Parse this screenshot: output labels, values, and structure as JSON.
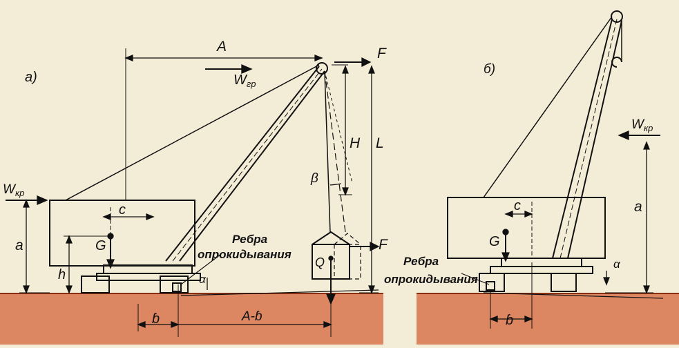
{
  "colors": {
    "paper": "#f3ecd6",
    "ink": "#111111",
    "ground": "#d8744e",
    "ground_line": "#c0542e"
  },
  "panel_a": {
    "label": "а)",
    "A": "A",
    "W_gr": "W",
    "W_gr_sub": "гр",
    "F_top": "F",
    "F_low": "F",
    "H": "H",
    "L": "L",
    "beta": "β",
    "W_kr": "W",
    "W_kr_sub": "кр",
    "c": "c",
    "G": "G",
    "a": "a",
    "h": "h",
    "Q": "Q",
    "alpha": "α",
    "b": "ɓ",
    "A_minus_b": "A-ɓ",
    "rib_1": "Ребра",
    "rib_2": "опрокидывания"
  },
  "panel_b": {
    "label": "б)",
    "W_kr": "W",
    "W_kr_sub": "кр",
    "c": "c",
    "G": "G",
    "a": "a",
    "alpha": "α",
    "b": "ɓ",
    "rib_1": "Ребра",
    "rib_2": "опрокидывания"
  }
}
